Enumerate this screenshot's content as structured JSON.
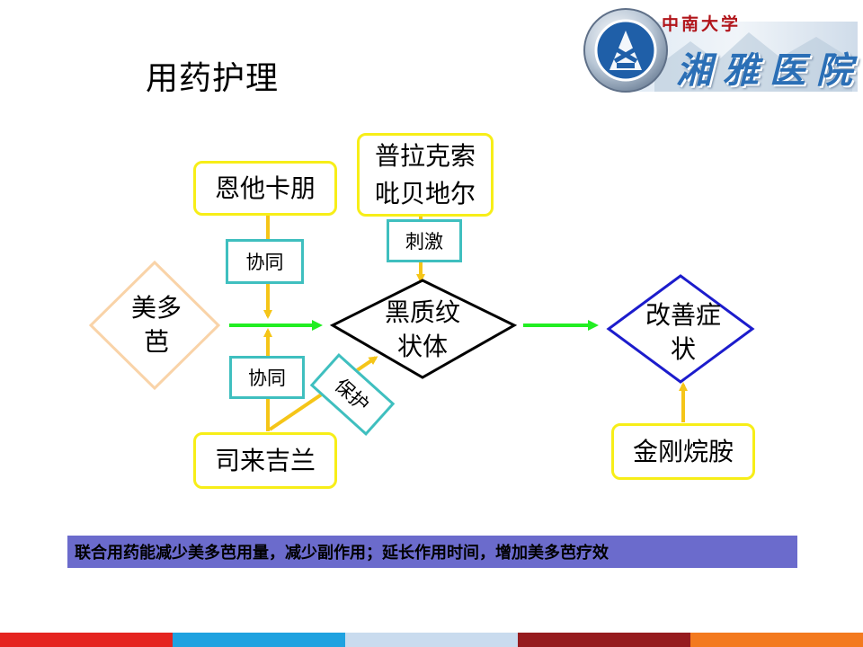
{
  "title": "用药护理",
  "logo": {
    "top_text": "中南大学",
    "main_text": "湘雅医院"
  },
  "nodes": {
    "entacapone": "恩他卡朋",
    "pramipexole": "普拉克索\n吡贝地尔",
    "levodopa": "美多\n芭",
    "substantia_nigra": "黑质纹\n状体",
    "improve_symptoms": "改善症\n状",
    "selegiline": "司来吉兰",
    "amantadine": "金刚烷胺"
  },
  "edge_labels": {
    "synergy_top": "协同",
    "synergy_bottom": "协同",
    "stimulate": "刺激",
    "protect": "保护"
  },
  "note": "联合用药能减少美多芭用量，减少副作用；延长作用时间，增加美多芭疗效",
  "colors": {
    "yellow": "#f7ee18",
    "arrow_yellow": "#f5c518",
    "green": "#22ee22",
    "teal": "#3fbfbf",
    "peach": "#f9d3a8",
    "blue": "#1c1ccc",
    "note_bg": "#6b6bcc"
  }
}
